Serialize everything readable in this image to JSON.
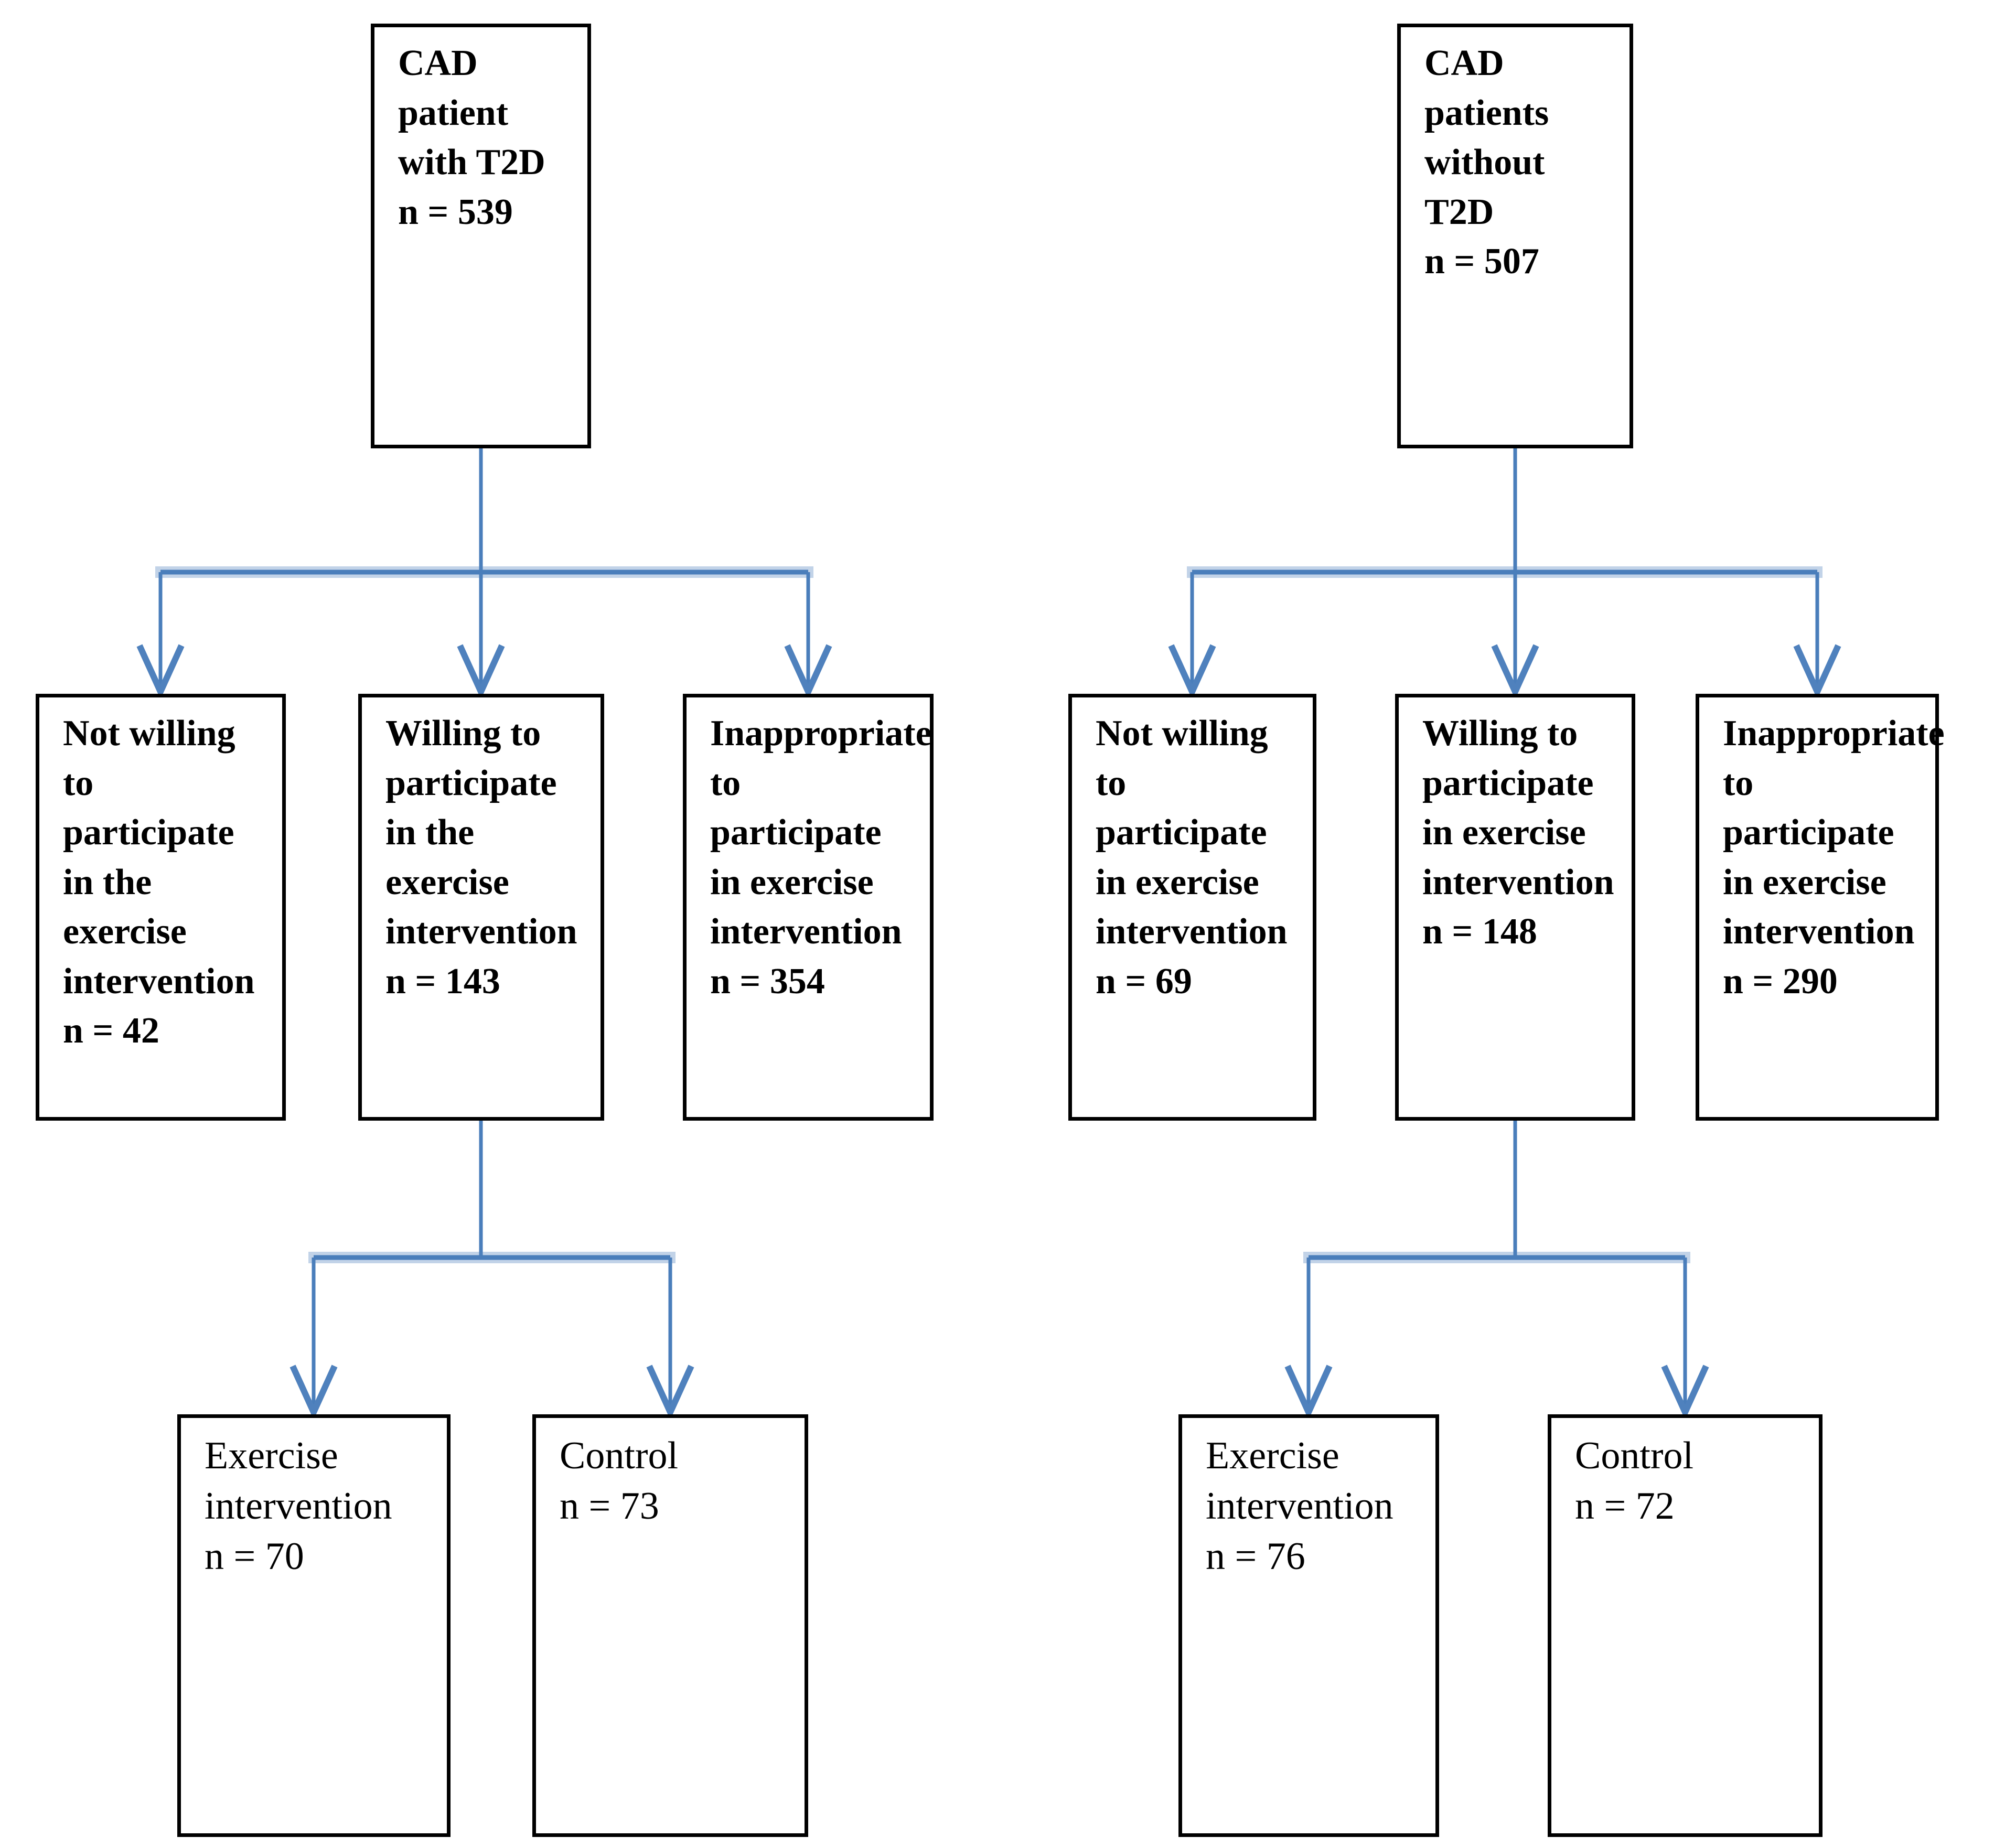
{
  "figure": {
    "type": "flowchart",
    "colors": {
      "connector": "#4a7ebb",
      "arrowhead": "#4f81bd",
      "box_border": "#000000",
      "text": "#000000",
      "background": "#ffffff"
    },
    "trees": [
      {
        "name": "CAD patients with T2D",
        "root": "CAD\npatient\nwith T2D\nn = 539",
        "branches": [
          "Not willing\nto\nparticipate\nin the\nexercise\nintervention\nn = 42",
          "Willing to\nparticipate\nin the\nexercise\nintervention\nn = 143",
          "Inappropriate\nto participate\nin exercise\nintervention\nn = 354"
        ],
        "allocation": [
          "Exercise\nintervention\nn = 70",
          "Control\nn = 73"
        ],
        "counts": {
          "total": 539,
          "not_willing": 42,
          "willing": 143,
          "inappropriate": 354,
          "exercise_intervention": 70,
          "control": 73
        }
      },
      {
        "name": "CAD patients without T2D",
        "root": "CAD\npatients\nwithout\nT2D\nn = 507",
        "branches": [
          "Not willing\nto\nparticipate\nin exercise\nintervention\nn = 69",
          "Willing to\nparticipate\nin exercise\nintervention\nn = 148",
          "Inappropriate\nto participate\nin exercise\nintervention\nn = 290"
        ],
        "allocation": [
          "Exercise\nintervention\nn = 76",
          "Control\nn = 72"
        ],
        "counts": {
          "total": 507,
          "not_willing": 69,
          "willing": 148,
          "inappropriate": 290,
          "exercise_intervention": 76,
          "control": 72
        }
      }
    ]
  }
}
